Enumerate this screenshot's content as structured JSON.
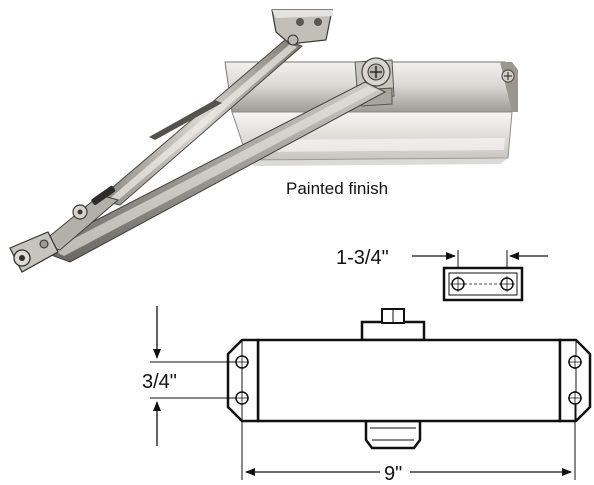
{
  "photo": {
    "caption": "Painted finish"
  },
  "dimensions": {
    "bracket_width": "1-3/4\"",
    "body_height": "3/4\"",
    "body_length": "9\""
  },
  "colors": {
    "line": "#111111",
    "metal_light": "#e8e6e2",
    "metal_mid": "#bdbab4",
    "metal_dark": "#6e6b66",
    "metal_shadow": "#3c3a37"
  }
}
